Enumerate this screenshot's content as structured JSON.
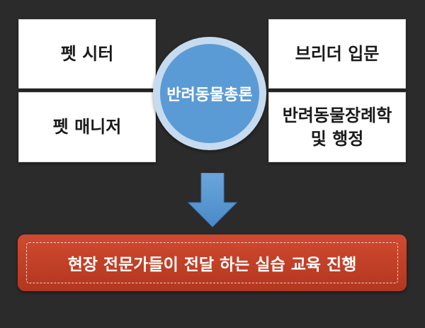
{
  "diagram": {
    "top_left": "펫 시터",
    "bottom_left": "펫 매니저",
    "top_right": "브리더 입문",
    "bottom_right_line1": "반려동물장례학",
    "bottom_right_line2": "및 행정",
    "center": "반려동물총론",
    "banner": "현장 전문가들이 전달 하는 실습 교육 진행"
  },
  "colors": {
    "background": "#2b2b2b",
    "box": "#ffffff",
    "circle_fill": "#5b9bd5",
    "circle_ring": "#c6dbef",
    "arrow": "#5b9bd5",
    "banner": "#c0392b"
  }
}
